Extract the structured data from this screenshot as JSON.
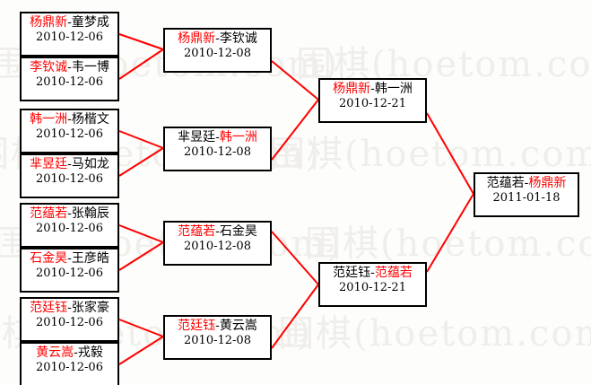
{
  "watermark": {
    "text": "围棋(hoetom.com)",
    "color": "#f0eeea"
  },
  "theme": {
    "winner_color": "#ff0000",
    "loser_color": "#000000",
    "box_border_color": "#000000",
    "connector_color": "#ff0000",
    "background_color": "#fdfdfb"
  },
  "bracket": {
    "rounds": [
      {
        "name": "round-of-16",
        "matches": [
          {
            "winner": "杨鼎新",
            "loser": "童梦成",
            "winner_side": "left",
            "date": "2010-12-06"
          },
          {
            "winner": "李钦诚",
            "loser": "韦一博",
            "winner_side": "left",
            "date": "2010-12-06"
          },
          {
            "winner": "韩一洲",
            "loser": "杨楷文",
            "winner_side": "left",
            "date": "2010-12-06"
          },
          {
            "winner": "芈昱廷",
            "loser": "马如龙",
            "winner_side": "left",
            "date": "2010-12-06"
          },
          {
            "winner": "范蕴若",
            "loser": "张翰辰",
            "winner_side": "left",
            "date": "2010-12-06"
          },
          {
            "winner": "石金昊",
            "loser": "王彦皓",
            "winner_side": "left",
            "date": "2010-12-06"
          },
          {
            "winner": "范廷钰",
            "loser": "张家豪",
            "winner_side": "left",
            "date": "2010-12-06"
          },
          {
            "winner": "黄云嵩",
            "loser": "戎毅",
            "winner_side": "left",
            "date": "2010-12-06"
          }
        ]
      },
      {
        "name": "quarterfinals",
        "matches": [
          {
            "winner": "杨鼎新",
            "loser": "李钦诚",
            "winner_side": "left",
            "date": "2010-12-08"
          },
          {
            "winner": "韩一洲",
            "loser": "芈昱廷",
            "winner_side": "right",
            "date": "2010-12-08"
          },
          {
            "winner": "范蕴若",
            "loser": "石金昊",
            "winner_side": "left",
            "date": "2010-12-08"
          },
          {
            "winner": "范廷钰",
            "loser": "黄云嵩",
            "winner_side": "left",
            "date": "2010-12-08"
          }
        ]
      },
      {
        "name": "semifinals",
        "matches": [
          {
            "winner": "杨鼎新",
            "loser": "韩一洲",
            "winner_side": "left",
            "date": "2010-12-21"
          },
          {
            "winner": "范蕴若",
            "loser": "范廷钰",
            "winner_side": "right",
            "date": "2010-12-21"
          }
        ]
      },
      {
        "name": "final",
        "matches": [
          {
            "winner": "杨鼎新",
            "loser": "范蕴若",
            "winner_side": "right",
            "date": "2011-01-18"
          }
        ]
      }
    ]
  },
  "match_labels": {
    "r1m1": "match-round1-1",
    "r1m2": "match-round1-2",
    "r1m3": "match-round1-3",
    "r1m4": "match-round1-4",
    "r1m5": "match-round1-5",
    "r1m6": "match-round1-6",
    "r1m7": "match-round1-7",
    "r1m8": "match-round1-8",
    "r2m1": "match-round2-1",
    "r2m2": "match-round2-2",
    "r2m3": "match-round2-3",
    "r2m4": "match-round2-4",
    "r3m1": "match-semifinal-1",
    "r3m2": "match-semifinal-2",
    "r4m1": "match-final-1"
  }
}
